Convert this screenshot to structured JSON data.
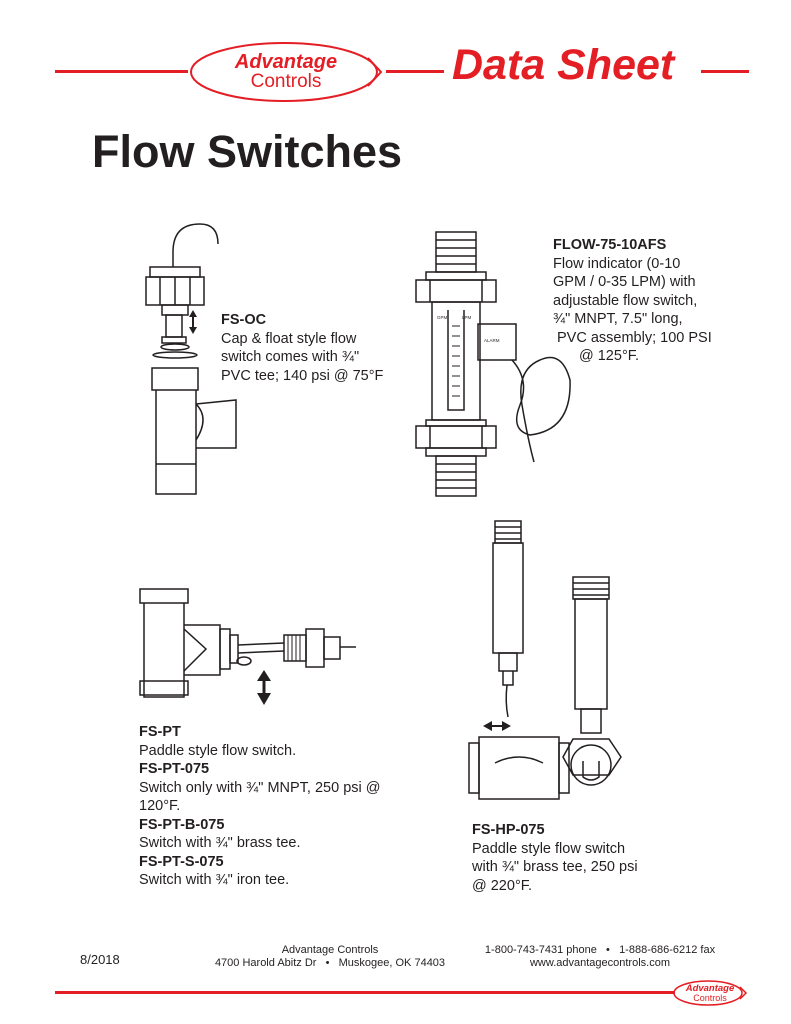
{
  "brand": {
    "logo_line1": "Advantage",
    "logo_line2": "Controls",
    "accent_color": "#e31e24"
  },
  "header": {
    "label": "Data Sheet"
  },
  "page_title": "Flow Switches",
  "products": {
    "fs_oc": {
      "model": "FS-OC",
      "desc": [
        "Cap & float style flow",
        "switch comes with ¾\"",
        "PVC tee; 140 psi @ 75°F"
      ]
    },
    "flow75": {
      "model": "FLOW-75-10AFS",
      "desc": [
        "Flow indicator (0-10",
        "GPM / 0-35 LPM) with",
        "adjustable flow switch,",
        "¾\" MNPT, 7.5\" long,",
        "PVC assembly; 100 PSI",
        "@ 125°F."
      ],
      "meter_label_gpm": "GPM",
      "meter_label_lpm": "LPM",
      "alarm_label": "ALARM"
    },
    "fs_pt": {
      "items": [
        {
          "model": "FS-PT",
          "desc": "Paddle style flow switch."
        },
        {
          "model": "FS-PT-075",
          "desc": "Switch only with ¾\" MNPT, 250 psi @ 120°F."
        },
        {
          "model": "FS-PT-B-075",
          "desc": "Switch with ¾\" brass tee."
        },
        {
          "model": "FS-PT-S-075",
          "desc": "Switch with ¾\" iron tee."
        }
      ]
    },
    "fs_hp": {
      "model": "FS-HP-075",
      "desc": [
        "Paddle style flow switch",
        "with ¾\" brass tee, 250 psi",
        "@ 220°F."
      ]
    }
  },
  "footer": {
    "date": "8/2018",
    "company": "Advantage Controls",
    "address_street": "4700 Harold Abitz Dr",
    "address_city": "Muskogee, OK  74403",
    "bullet": "•",
    "phone": "1-800-743-7431 phone",
    "fax": "1-888-686-6212 fax",
    "website": "www.advantagecontrols.com"
  }
}
